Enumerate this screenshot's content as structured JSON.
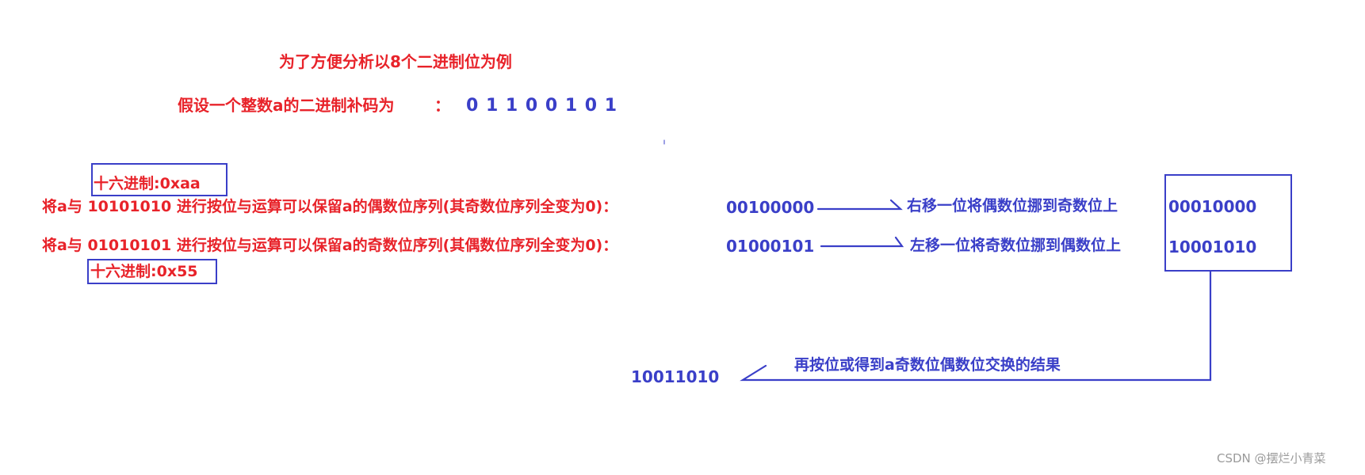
{
  "title": "为了方便分析以8个二进制位为例",
  "assumption": {
    "label": "假设一个整数a的二进制补码为",
    "colon": "：",
    "value": "0 1 1 0 0 1 0 1"
  },
  "even_row": {
    "hex_label": "十六进制:0xaa",
    "prefix": "将a与 ",
    "mask": "10101010",
    "desc": " 进行按位与运算可以保留a的偶数位序列",
    "note": "(其奇数位序列全变为0)：",
    "result": "00100000",
    "shift_label": "右移一位将偶数位挪到奇数位上",
    "shifted": "00010000"
  },
  "odd_row": {
    "hex_label": "十六进制:0x55",
    "prefix": "将a与 ",
    "mask": "01010101",
    "desc": " 进行按位与运算可以保留a的奇数位序列",
    "note": "(其偶数位序列全变为0)：",
    "result": "01000101",
    "shift_label": "左移一位将奇数位挪到偶数位上",
    "shifted": "10001010"
  },
  "final": {
    "label": "再按位或得到a奇数位偶数位交换的结果",
    "value": "10011010"
  },
  "watermark": "CSDN @摆烂小青菜",
  "colors": {
    "red": "#e8232a",
    "blue": "#3a3fc8"
  }
}
